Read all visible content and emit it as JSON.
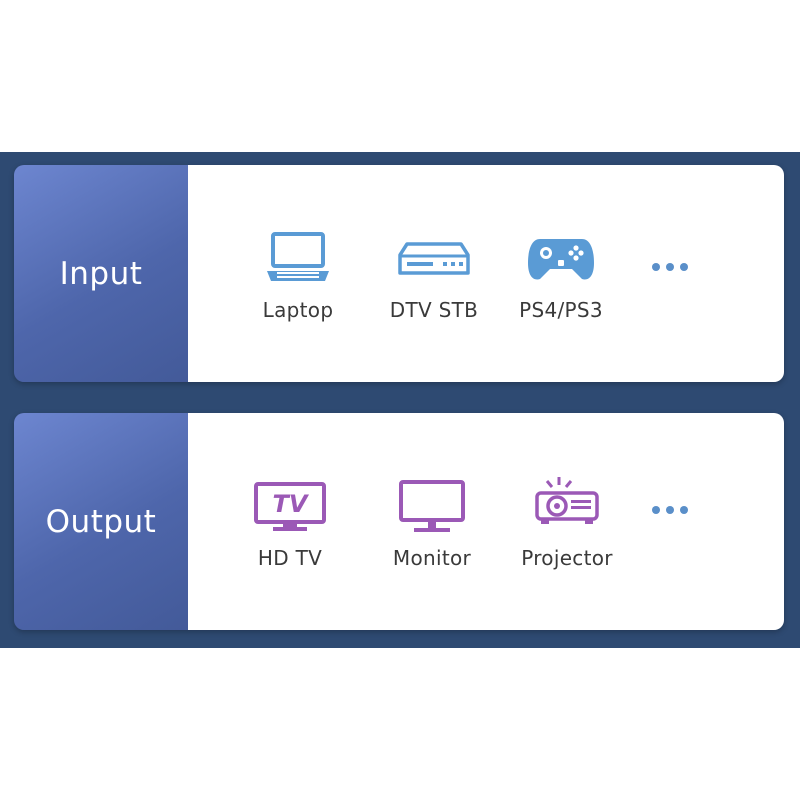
{
  "colors": {
    "band": "#2e4a72",
    "input_icon": "#5a9bd5",
    "output_icon": "#9b59b6",
    "dots_input": "#5a8fc9",
    "dots_output": "#5a8fc9"
  },
  "input": {
    "title": "Input",
    "devices": [
      {
        "label": "Laptop",
        "icon": "laptop-icon"
      },
      {
        "label": "DTV STB",
        "icon": "set-top-box-icon"
      },
      {
        "label": "PS4/PS3",
        "icon": "gamepad-icon"
      }
    ],
    "more_icon": "more-dots-icon"
  },
  "output": {
    "title": "Output",
    "devices": [
      {
        "label": "HD TV",
        "icon": "tv-icon",
        "icon_text": "TV"
      },
      {
        "label": "Monitor",
        "icon": "monitor-icon"
      },
      {
        "label": "Projector",
        "icon": "projector-icon"
      }
    ],
    "more_icon": "more-dots-icon"
  }
}
